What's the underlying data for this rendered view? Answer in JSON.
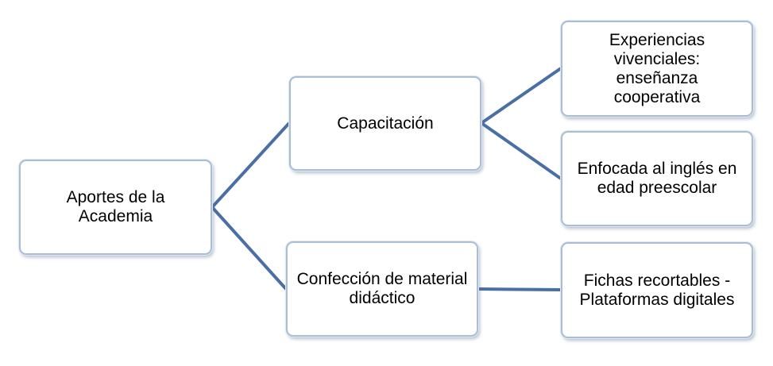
{
  "diagram": {
    "connector_color": "#4a6fa5",
    "node_border_color": "#a9bdd6",
    "nodes": {
      "root": "Aportes de la Academia",
      "capacitacion": "Capacitación",
      "confeccion": "Confección de material didáctico",
      "experiencias": "Experiencias vivenciales: enseñanza cooperativa",
      "enfocada": "Enfocada al inglés en edad preescolar",
      "fichas": "Fichas recortables - Plataformas digitales"
    },
    "edges": [
      [
        "root",
        "capacitacion"
      ],
      [
        "root",
        "confeccion"
      ],
      [
        "capacitacion",
        "experiencias"
      ],
      [
        "capacitacion",
        "enfocada"
      ],
      [
        "confeccion",
        "fichas"
      ]
    ]
  }
}
